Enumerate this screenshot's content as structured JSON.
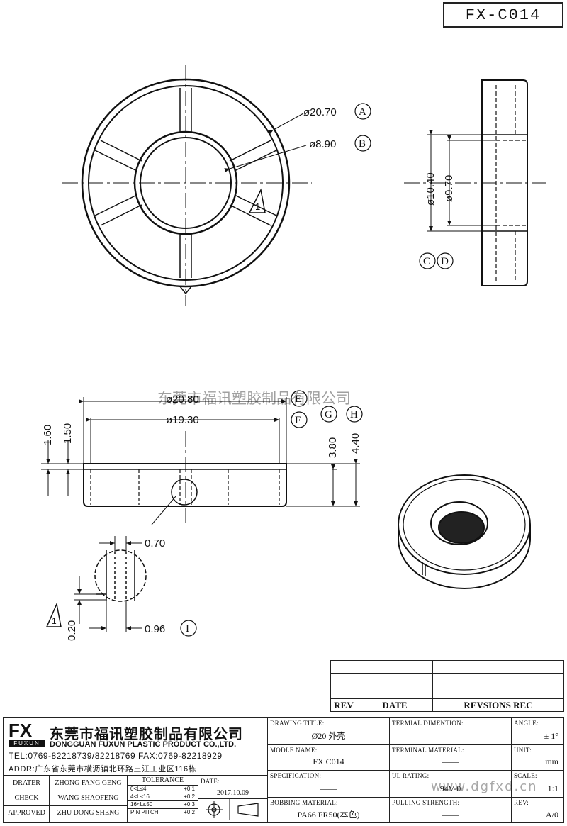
{
  "drawing_no": "FX-C014",
  "top_view": {
    "outer_dia": "ø20.70",
    "outer_ref": "A",
    "inner_dia": "ø8.90",
    "inner_ref": "B",
    "note_mark": "1"
  },
  "side_view": {
    "dia_outer": "ø10.40",
    "dia_inner": "ø9.70",
    "refs": [
      "C",
      "D"
    ]
  },
  "front_view": {
    "overall_dia": "ø20.80",
    "overall_ref": "E",
    "inner_dia": "ø19.30",
    "inner_ref": "F",
    "h1": "1.60",
    "h2": "1.50",
    "h3": "3.80",
    "h3_ref": "G",
    "h4": "4.40",
    "h4_ref": "H"
  },
  "detail": {
    "slot_width": "0.70",
    "depth": "0.20",
    "width": "0.96",
    "width_ref": "I",
    "note_mark": "1"
  },
  "watermark": {
    "company": "东莞市福讯塑胶制品有限公司",
    "url": "www.dgfxd.cn"
  },
  "revision_table": {
    "headers": [
      "REV",
      "DATE",
      "REVSIONS REC"
    ]
  },
  "company": {
    "logo_letters": "FX",
    "logo_sub": "FUXUN",
    "name_cn": "东莞市福讯塑胶制品有限公司",
    "name_en": "DONGGUAN FUXUN PLASTIC PRODUCT CO.,LTD.",
    "tel": "TEL:0769-82218739/82218769 FAX:0769-82218929",
    "addr": "ADDR:广东省东莞市横沥镇北环路三江工业区116栋"
  },
  "approvals": [
    {
      "role": "DRATER",
      "name": "ZHONG FANG GENG"
    },
    {
      "role": "CHECK",
      "name": "WANG SHAOFENG"
    },
    {
      "role": "APPROVED",
      "name": "ZHU DONG SHENG"
    }
  ],
  "tolerance": {
    "title": "TOLERANCE",
    "rows": [
      {
        "range": "0<L≤4",
        "tol": "+0.1"
      },
      {
        "range": "4<L≤16",
        "tol": "+0.2"
      },
      {
        "range": "16<L≤50",
        "tol": "+0.3"
      },
      {
        "range": "PIN PITCH",
        "tol": "+0.2"
      }
    ]
  },
  "date": {
    "label": "DATE:",
    "value": "2017.10.09"
  },
  "fields": {
    "drawing_title_label": "DRAWING TITLE:",
    "drawing_title": "Ø20 外壳",
    "model_label": "MODLE NAME:",
    "model": "FX C014",
    "spec_label": "SPECIFICATION:",
    "spec": "——",
    "bobbin_label": "BOBBING MATERIAL:",
    "bobbin": "PA66 FR50(本色)",
    "term_dim_label": "TERMIAL DIMENTION:",
    "term_dim": "——",
    "term_mat_label": "TERMINAL MATERIAL:",
    "term_mat": "——",
    "ul_label": "UL RATING:",
    "ul": "94V-0",
    "pull_label": "PULLING STRENGTH:",
    "pull": "——",
    "angle_label": "ANGLE:",
    "angle": "± 1°",
    "unit_label": "UNIT:",
    "unit": "mm",
    "scale_label": "SCALE:",
    "scale": "1:1",
    "rev_label": "REV:",
    "rev": "A/0"
  }
}
